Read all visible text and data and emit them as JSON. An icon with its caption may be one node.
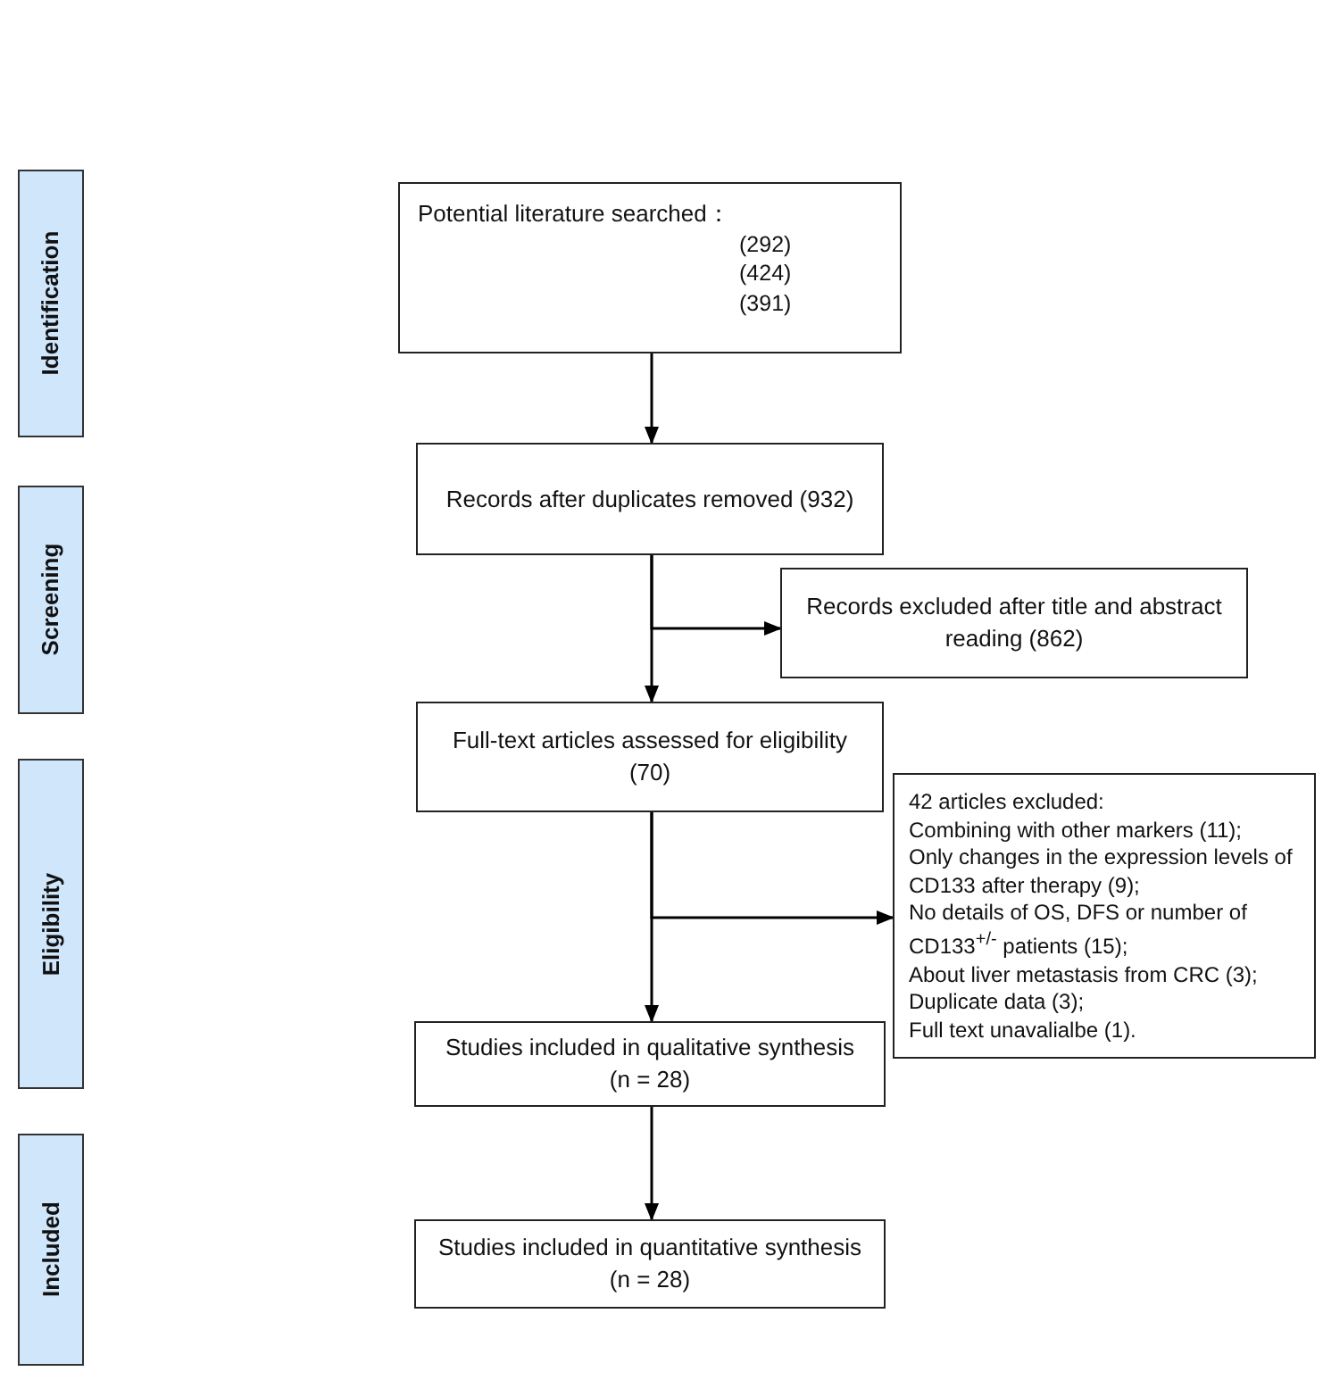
{
  "diagram": {
    "nodes": [
      {
        "text": [
          "Identification"
        ]
      },
      {
        "text": [
          "Screening"
        ]
      },
      {
        "text": [
          "Eligibility"
        ]
      },
      {
        "text": [
          "Included"
        ]
      },
      {
        "text": [
          "Potential literature searched：",
          "(292)",
          "(424)",
          "(391)"
        ]
      },
      {
        "text": [
          "Records after duplicates removed (932)"
        ]
      },
      {
        "text": [
          "Records excluded after title and abstract reading (862)"
        ]
      },
      {
        "text": [
          "Full-text articles assessed for eligibility (70)"
        ]
      },
      {
        "text": [
          "42 articles excluded:",
          "Combining with other markers (11);",
          "Only changes in the expression levels of CD133 after therapy (9);",
          "No details of OS, DFS or number of CD133$^{+/-}$ patients (15);",
          "About liver metastasis from CRC (3);",
          "Duplicate data (3);",
          "Full text unavalialbe (1)."
        ]
      },
      {
        "text": [
          "Studies included in qualitative synthesis (n = 28)"
        ]
      },
      {
        "text": [
          "Studies included in quantitative synthesis (n = 28)"
        ]
      }
    ],
    "edges": [
      {
        "from": 4,
        "to": 5,
        "arrow": "to"
      },
      {
        "from": 5,
        "to": 7,
        "arrow": "to"
      },
      {
        "from": 5,
        "to": 6,
        "arrow": "to"
      },
      {
        "from": 7,
        "to": 9,
        "arrow": "to"
      },
      {
        "from": 7,
        "to": 8,
        "arrow": "to"
      },
      {
        "from": 9,
        "to": 10,
        "arrow": "to"
      }
    ]
  }
}
